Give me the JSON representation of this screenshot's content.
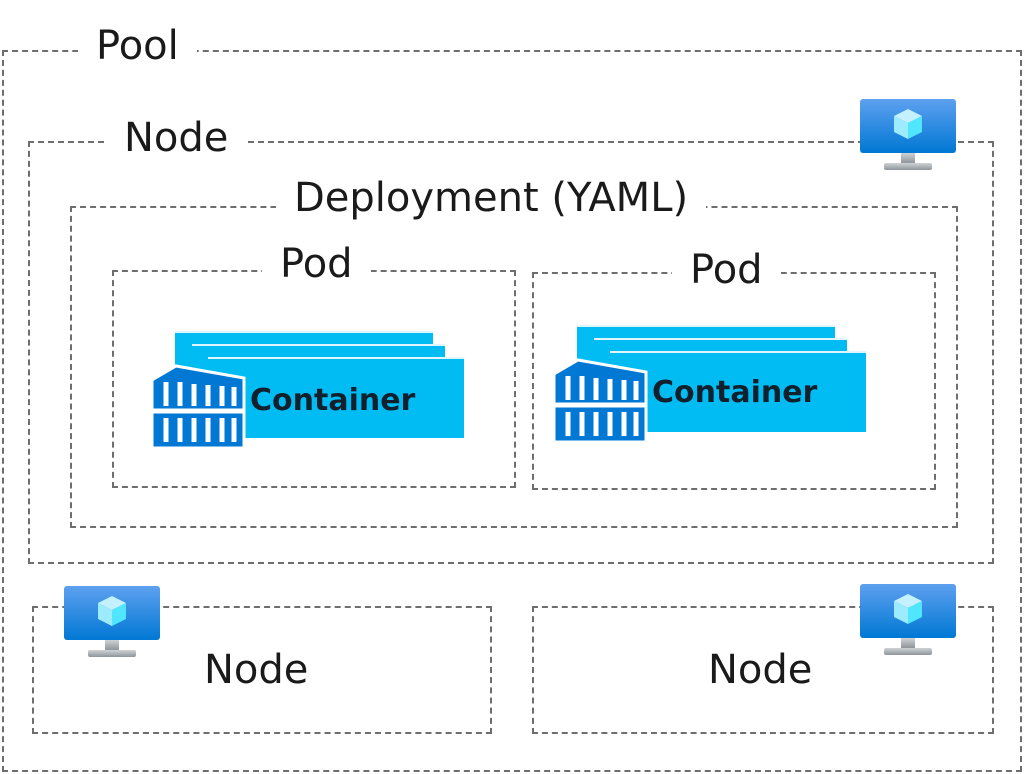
{
  "pool": {
    "label": "Pool"
  },
  "main_node": {
    "label": "Node",
    "icon": "virtual-machine-icon"
  },
  "deployment": {
    "label": "Deployment (YAML)"
  },
  "pods": [
    {
      "label": "Pod",
      "container_label": "Container",
      "icon": "container-stack-icon"
    },
    {
      "label": "Pod",
      "container_label": "Container",
      "icon": "container-stack-icon"
    }
  ],
  "bottom_nodes": [
    {
      "label": "Node",
      "icon": "virtual-machine-icon"
    },
    {
      "label": "Node",
      "icon": "virtual-machine-icon"
    }
  ],
  "colors": {
    "container_fill": "#00bcf2",
    "container_dark": "#0078d4",
    "vm_top": "#5ea0ef",
    "vm_bottom": "#0078d4",
    "cube": "#9cebff",
    "dash": "#6e6e6e"
  }
}
